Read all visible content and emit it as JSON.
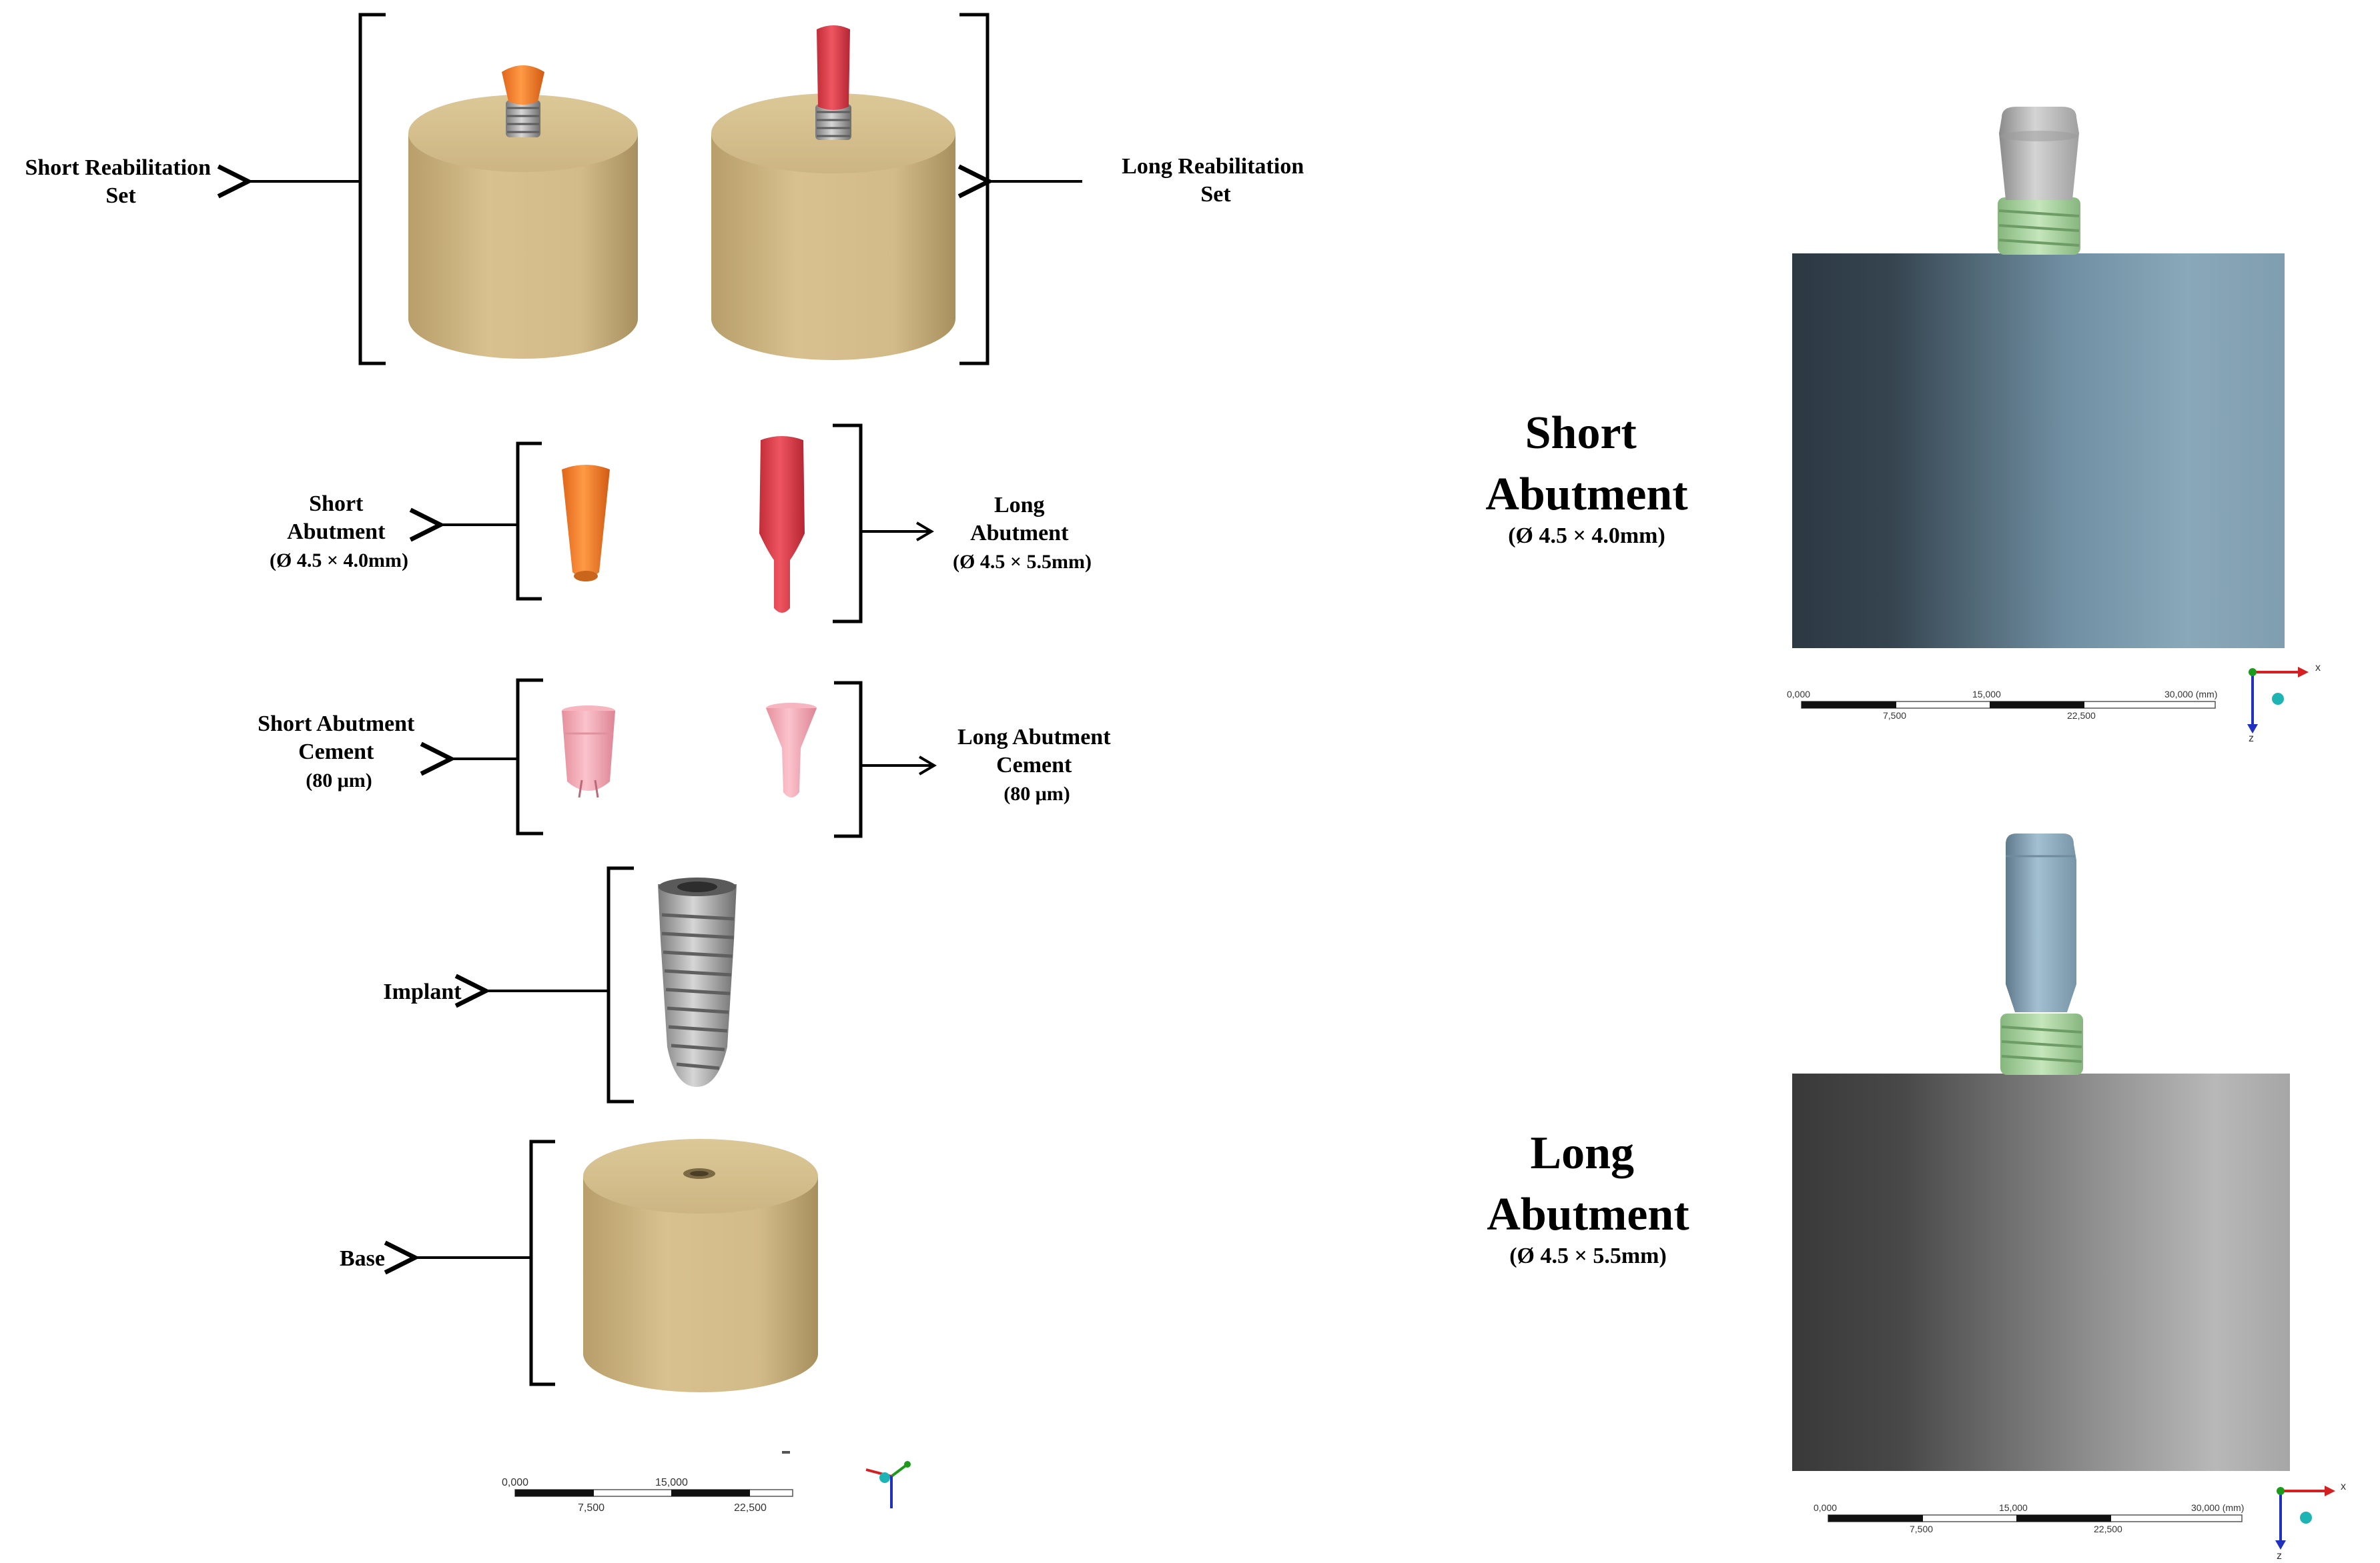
{
  "colors": {
    "resin": "#cbb584",
    "orange_abutment": "#f07a24",
    "red_abutment": "#dc3a46",
    "cement": "#f2a5b0",
    "implant": "#a3a3a3",
    "green_thread": "#a9d4a0",
    "block_blue_dark": "#2d3a44",
    "block_blue_light": "#8aa9bb",
    "block_gray_dark": "#3a3a3a",
    "block_gray_light": "#b6b6b6"
  },
  "left_panel": {
    "labels": {
      "short_set": [
        "Short Reabilitation",
        "Set"
      ],
      "long_set": [
        "Long Reabilitation",
        "Set"
      ],
      "short_abutment": [
        "Short",
        "Abutment",
        "(Ø 4.5 × 4.0mm)"
      ],
      "long_abutment": [
        "Long",
        "Abutment",
        "(Ø 4.5 × 5.5mm)"
      ],
      "short_cement": [
        "Short Abutment",
        "Cement",
        "(80 μm)"
      ],
      "long_cement": [
        "Long Abutment",
        "Cement",
        "(80 μm)"
      ],
      "implant": "Implant",
      "base": "Base"
    },
    "scale_bar": {
      "top": [
        "0,000",
        "15,000"
      ],
      "bottom": [
        "7,500",
        "22,500"
      ]
    },
    "triad_icon": "xyz-axis-triad-icon"
  },
  "right_panel": {
    "short": {
      "title": [
        "Short",
        "Abutment"
      ],
      "subtitle": "(Ø 4.5 × 4.0mm)"
    },
    "long": {
      "title": [
        "Long",
        "Abutment"
      ],
      "subtitle": "(Ø 4.5 × 5.5mm)"
    },
    "scale_bar": {
      "top": [
        "0,000",
        "15,000",
        "30,000 (mm)"
      ],
      "bottom": [
        "7,500",
        "22,500"
      ]
    },
    "axis_x": "x",
    "axis_z": "z"
  }
}
